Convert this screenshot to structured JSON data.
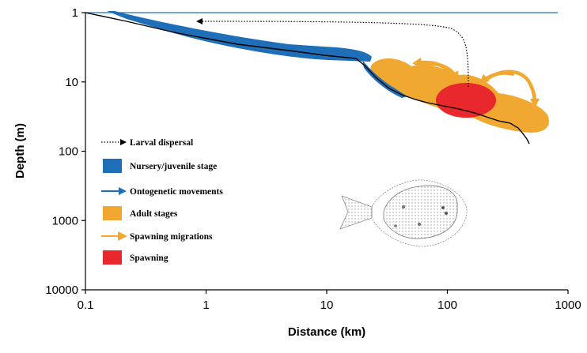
{
  "chart_data": {
    "type": "diagram",
    "xlabel": "Distance (km)",
    "ylabel": "Depth (m)",
    "x_scale": "log",
    "y_scale": "log",
    "xlim": [
      0.1,
      1000
    ],
    "ylim": [
      1,
      10000
    ],
    "y_inverted": true,
    "x_ticks": [
      "0.1",
      "1",
      "10",
      "100",
      "1000"
    ],
    "y_ticks": [
      "1",
      "10",
      "100",
      "1000",
      "10000"
    ],
    "legend": [
      {
        "key": "larval",
        "label": "Larval dispersal",
        "symbol": "dotted-arrow",
        "color": "#000000"
      },
      {
        "key": "nursery",
        "label": "Nursery/juvenile stage",
        "symbol": "square",
        "color": "#1f6fb8"
      },
      {
        "key": "ontogenetic",
        "label": "Ontogenetic movements",
        "symbol": "arrow",
        "color": "#1f6fb8"
      },
      {
        "key": "adult",
        "label": "Adult stages",
        "symbol": "square",
        "color": "#f0a830"
      },
      {
        "key": "spawning_migrations",
        "label": "Spawning migrations",
        "symbol": "arrow",
        "color": "#f0a830"
      },
      {
        "key": "spawning",
        "label": "Spawning",
        "symbol": "square",
        "color": "#e8282c"
      }
    ]
  }
}
